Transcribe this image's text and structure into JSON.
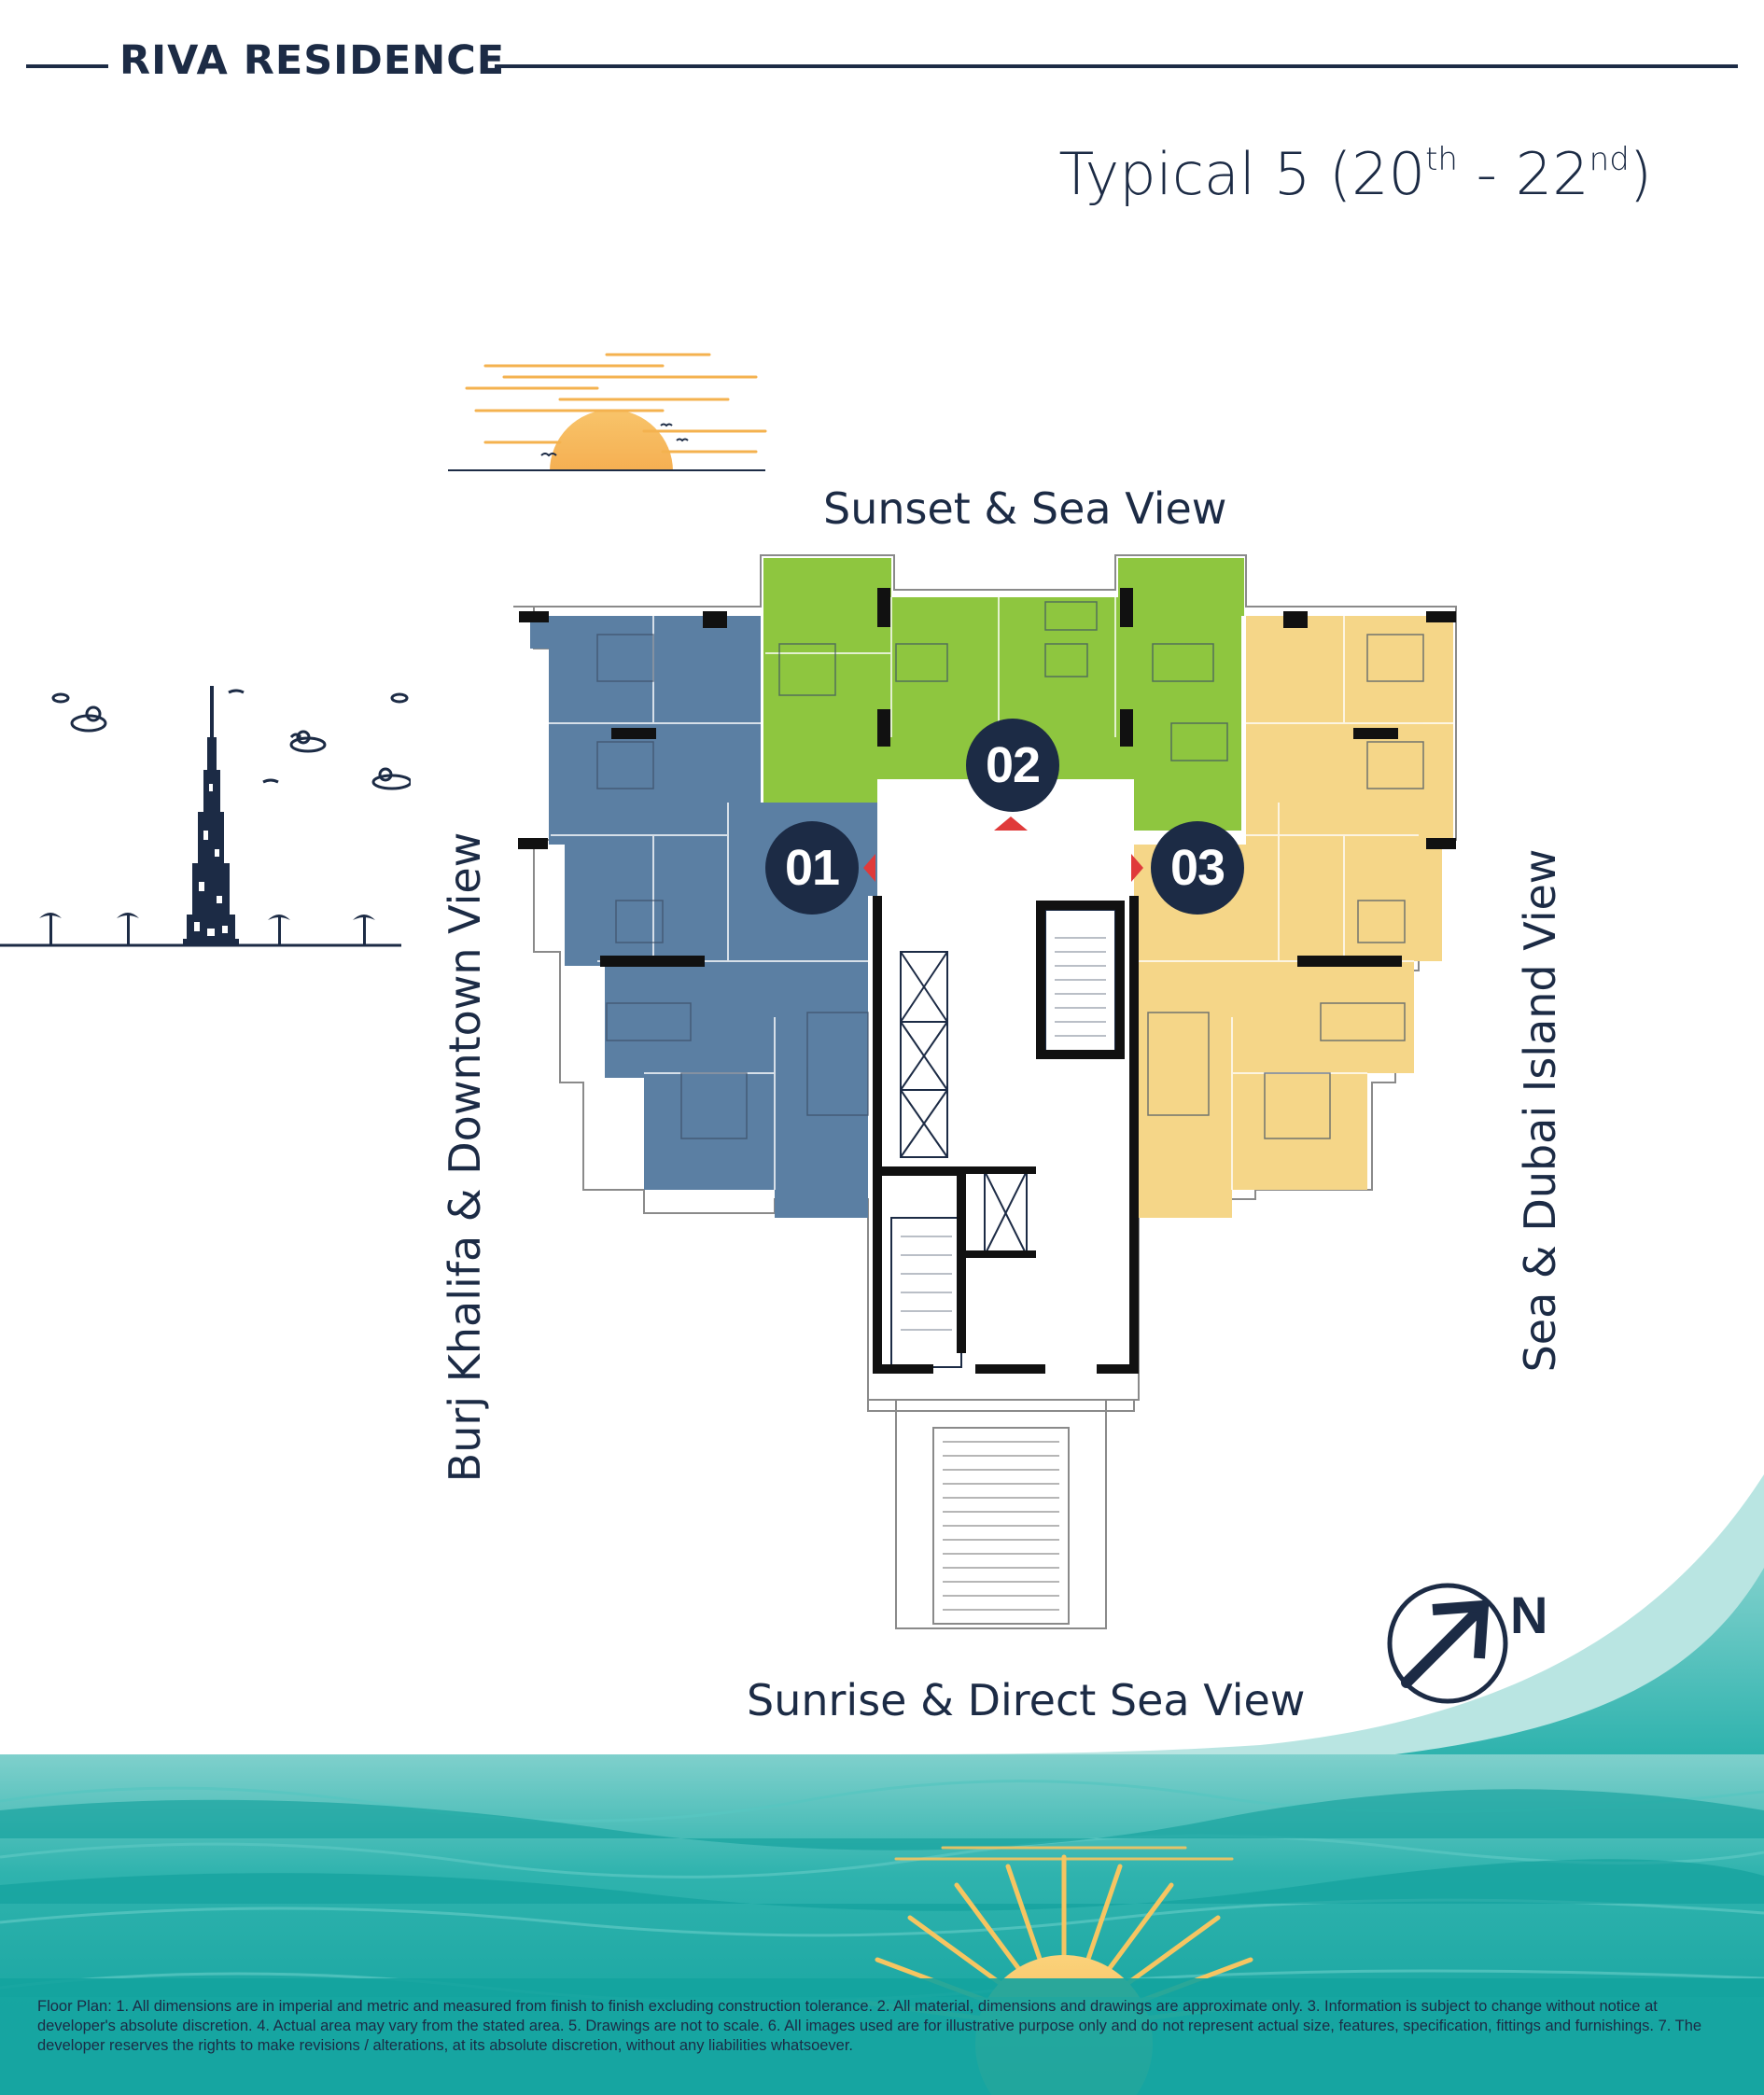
{
  "header": {
    "brand": "RIVA RESIDENCE",
    "title_prefix": "Typical 5 (20",
    "title_sup1": "th",
    "title_mid": " - 22",
    "title_sup2": "nd",
    "title_suffix": ")"
  },
  "views": {
    "top": "Sunset & Sea View",
    "left": "Burj Khalifa & Downtown View",
    "right": "Sea & Dubai Island View",
    "bottom": "Sunrise & Direct Sea View"
  },
  "units": [
    {
      "label": "01",
      "color": "#5b7fa3"
    },
    {
      "label": "02",
      "color": "#8ec63f"
    },
    {
      "label": "03",
      "color": "#f5d688"
    }
  ],
  "compass": {
    "label": "N"
  },
  "colors": {
    "navy": "#1c2b45",
    "sea": "#1fa9a6",
    "sun": "#f5b553",
    "marker": "#e03a3a"
  },
  "disclaimer": "Floor Plan: 1. All dimensions are in imperial and metric and measured from finish to finish excluding construction tolerance. 2. All material, dimensions and drawings are approximate only. 3. Information is subject to change without notice at developer's absolute discretion. 4. Actual area may vary from the stated area. 5. Drawings are not to scale. 6. All images used are for illustrative purpose only and do not represent actual size, features, specification, fittings and furnishings. 7. The developer reserves the rights to make revisions / alterations, at its absolute discretion, without any liabilities whatsoever."
}
